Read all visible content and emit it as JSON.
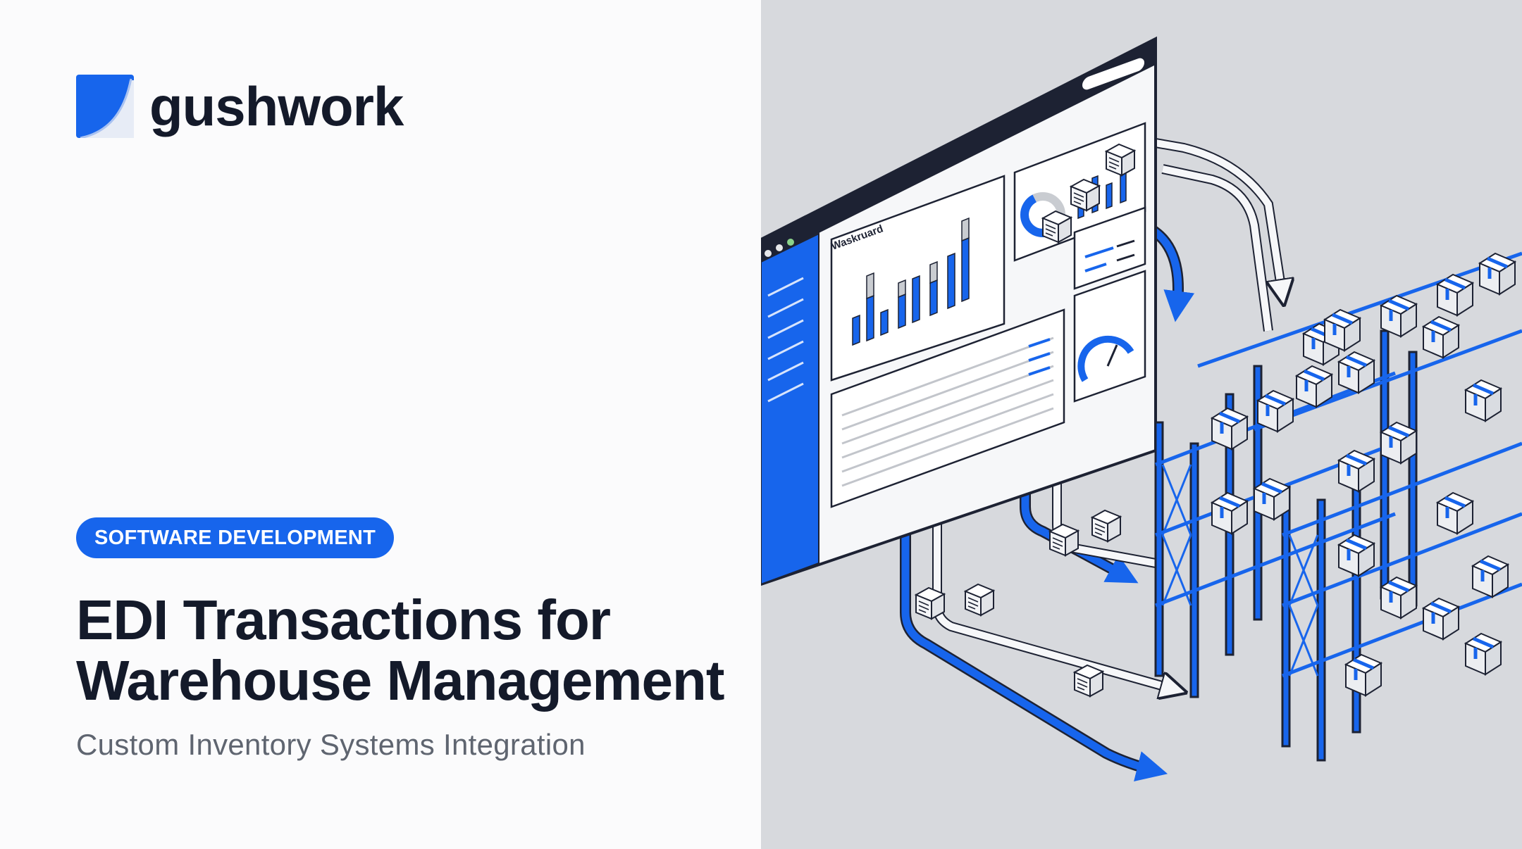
{
  "brand": {
    "name": "gushwork",
    "accent": "#1765ec",
    "ink": "#141a2a"
  },
  "badge": {
    "label": "SOFTWARE DEVELOPMENT"
  },
  "headline": {
    "line1": "EDI Transactions for",
    "line2": "Warehouse Management"
  },
  "subtitle": "Custom Inventory Systems Integration",
  "illustration": {
    "dashboard_title": "Waskruard",
    "icons": [
      "browser-window",
      "bar-chart",
      "donut-chart",
      "gauge",
      "data-table",
      "pallet-rack",
      "package-box",
      "flow-arrow"
    ],
    "colors": {
      "background": "#d7d9dd",
      "blue": "#1765ec",
      "ink": "#1d2233",
      "paper": "#f6f7f9"
    }
  }
}
